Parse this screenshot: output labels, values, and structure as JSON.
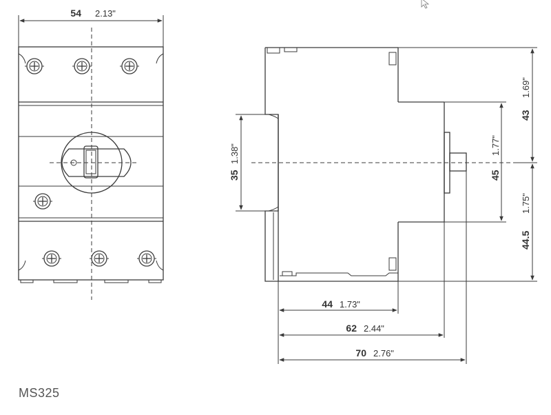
{
  "dims": {
    "width_front": {
      "mm": "54",
      "in": "2.13\""
    },
    "din_rail": {
      "mm": "35",
      "in": "1.38\""
    },
    "top_half": {
      "mm": "43",
      "in": "1.69\""
    },
    "bottom_half": {
      "mm": "44.5",
      "in": "1.75\""
    },
    "body_half": {
      "mm": "45",
      "in": "1.77\""
    },
    "depth_1": {
      "mm": "44",
      "in": "1.73\""
    },
    "depth_2": {
      "mm": "62",
      "in": "2.44\""
    },
    "depth_3": {
      "mm": "70",
      "in": "2.76\""
    }
  },
  "model": "MS325"
}
